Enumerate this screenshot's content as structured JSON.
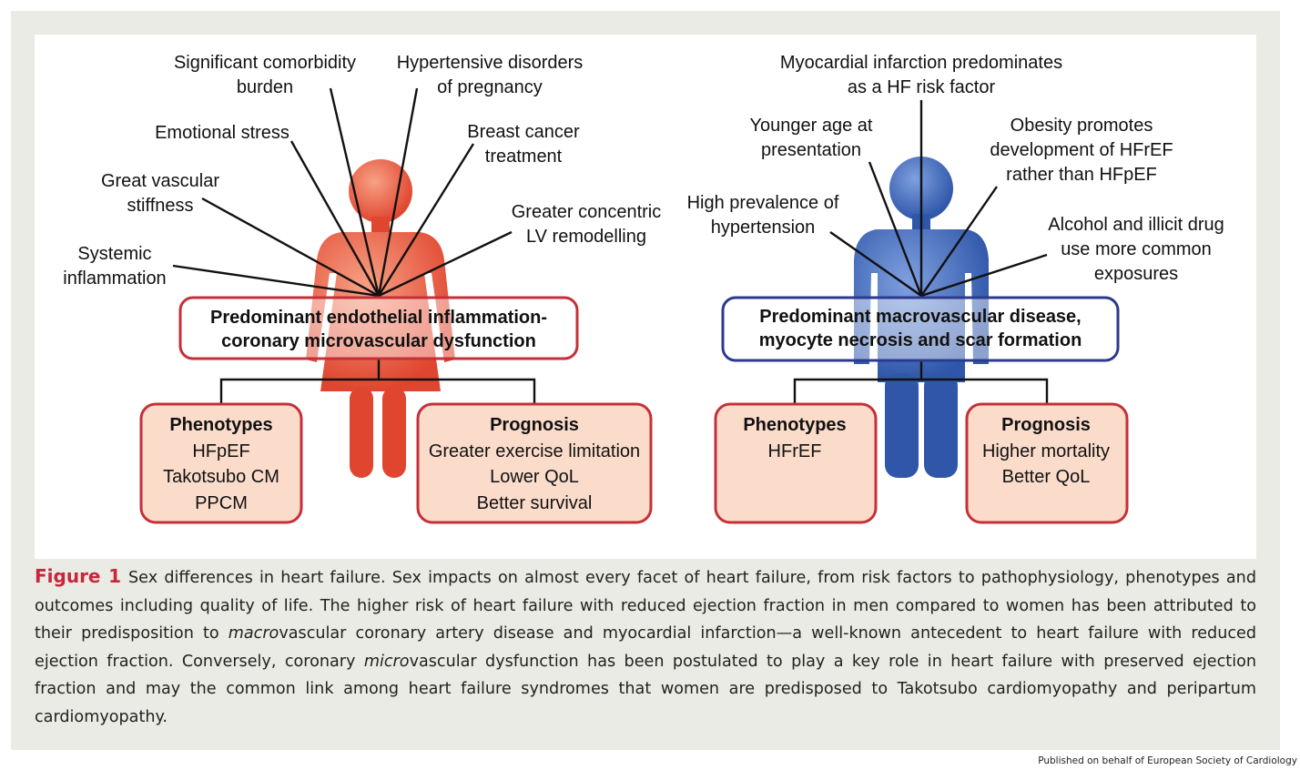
{
  "left": {
    "factors": [
      {
        "lines": [
          "Significant comorbidity",
          "burden"
        ]
      },
      {
        "lines": [
          "Hypertensive disorders",
          "of pregnancy"
        ]
      },
      {
        "lines": [
          "Emotional stress"
        ]
      },
      {
        "lines": [
          "Breast cancer",
          "treatment"
        ]
      },
      {
        "lines": [
          "Great vascular",
          "stiffness"
        ]
      },
      {
        "lines": [
          "Greater concentric",
          "LV remodelling"
        ]
      },
      {
        "lines": [
          "Systemic",
          "inflammation"
        ]
      }
    ],
    "mechanism": [
      "Predominant endothelial inflammation-",
      "coronary microvascular dysfunction"
    ],
    "phenotypes": {
      "title": "Phenotypes",
      "items": [
        "HFpEF",
        "Takotsubo CM",
        "PPCM"
      ]
    },
    "prognosis": {
      "title": "Prognosis",
      "items": [
        "Greater exercise limitation",
        "Lower QoL",
        "Better survival"
      ]
    }
  },
  "right": {
    "factors": [
      {
        "lines": [
          "Myocardial infarction predominates",
          "as a HF risk factor"
        ]
      },
      {
        "lines": [
          "Younger age at",
          "presentation"
        ]
      },
      {
        "lines": [
          "Obesity promotes",
          "development of HFrEF",
          "rather than HFpEF"
        ]
      },
      {
        "lines": [
          "High prevalence of",
          "hypertension"
        ]
      },
      {
        "lines": [
          "Alcohol and illicit drug",
          "use more common",
          "exposures"
        ]
      }
    ],
    "mechanism": [
      "Predominant macrovascular disease,",
      "myocyte necrosis and scar formation"
    ],
    "phenotypes": {
      "title": "Phenotypes",
      "items": [
        "HFrEF"
      ]
    },
    "prognosis": {
      "title": "Prognosis",
      "items": [
        "Higher mortality",
        "Better QoL"
      ]
    }
  },
  "colors": {
    "female_figure": "#e8553f",
    "male_figure": "#3a63b3",
    "female_box_border": "#c53038",
    "male_box_border": "#2b3a8e",
    "outcome_fill": "#fbdccb",
    "caption_label": "#c6273a"
  },
  "caption": {
    "label": "Figure 1",
    "p1": "Sex differences in heart failure. Sex impacts on almost every facet of heart failure, from risk factors to pathophysiology, phenotypes and outcomes including quality of life. The higher risk of heart failure with reduced ejection fraction in men compared to women has been attributed to their predisposition to ",
    "em1": "macro",
    "p2": "vascular coronary artery disease and myocardial infarction—a well-known antecedent to heart failure with reduced ejection fraction. Conversely, coronary ",
    "em2": "micro",
    "p3": "vascular dysfunction has been postulated to play a key role in heart failure with preserved ejection fraction and may the common link among heart failure syndromes that women are predisposed to Takotsubo cardiomyopathy and peripartum cardiomyopathy."
  },
  "footer": "Published on behalf of European Society of Cardiology"
}
